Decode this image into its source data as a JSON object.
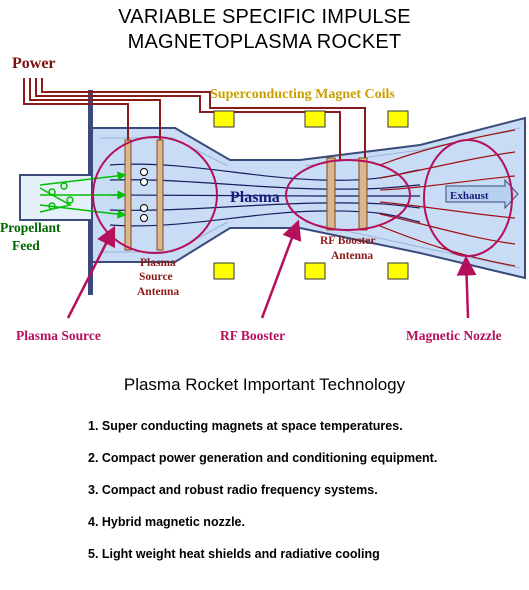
{
  "title": {
    "line1": "VARIABLE SPECIFIC IMPULSE",
    "line2": "MAGNETOPLASMA ROCKET"
  },
  "diagram": {
    "labels": {
      "power": "Power",
      "coils": "Superconducting Magnet Coils",
      "propellant_1": "Propellant",
      "propellant_2": "Feed",
      "plasma": "Plasma",
      "exhaust": "Exhaust",
      "source_antenna_1": "Plasma",
      "source_antenna_2": "Source",
      "source_antenna_3": "Antenna",
      "rf_antenna_1": "RF Booster",
      "rf_antenna_2": "Antenna",
      "plasma_source": "Plasma Source",
      "rf_booster": "RF Booster",
      "magnetic_nozzle": "Magnetic Nozzle"
    },
    "colors": {
      "power": "#7a1010",
      "coils_text": "#c8a000",
      "coil_fill": "#ffff00",
      "propellant": "#006400",
      "plasma_text": "#1a1a7a",
      "antenna_text": "#8b1a1a",
      "callout": "#b5105a",
      "wire": "#8b1a1a",
      "field_line": "#1a1a60",
      "exhaust_line": "#a01010",
      "chamber": "#c8ddf5",
      "wall": "#3a4a7a"
    }
  },
  "subtitle": "Plasma Rocket Important Technology",
  "technologies": [
    "1.  Super conducting magnets at space temperatures.",
    "2.  Compact power generation and conditioning equipment.",
    "3.  Compact and robust radio frequency systems.",
    "4.  Hybrid magnetic nozzle.",
    "5.  Light weight heat shields and radiative cooling"
  ]
}
